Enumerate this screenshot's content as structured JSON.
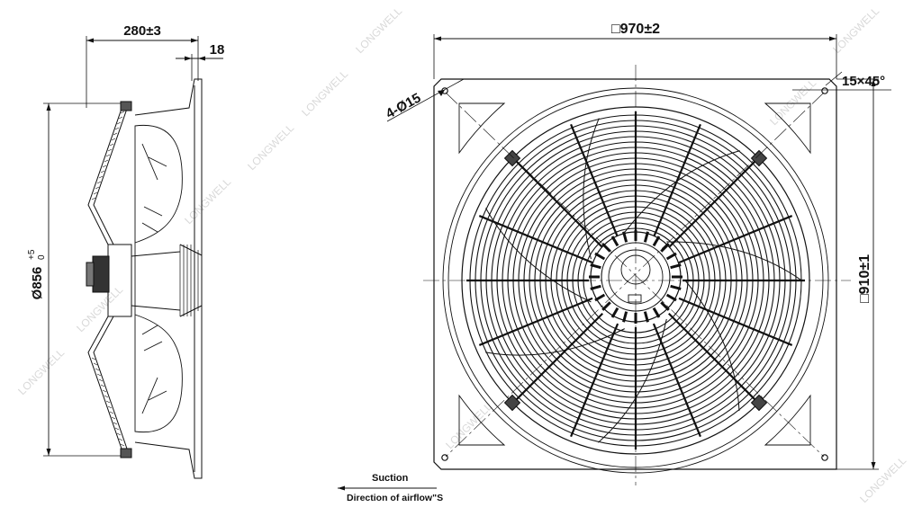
{
  "side_view": {
    "depth_dim": "280±3",
    "flange_dim": "18",
    "diameter_dim": "Ø856",
    "diameter_tol_upper": "+5",
    "diameter_tol_lower": "0"
  },
  "front_view": {
    "width_dim": "□970±2",
    "height_dim": "□910±1",
    "holes_dim": "4-Ø15",
    "chamfer_dim": "15×45°"
  },
  "airflow": {
    "suction_label": "Suction",
    "direction_label": "Direction of airflow\"S"
  },
  "watermark": "LONGWELL"
}
